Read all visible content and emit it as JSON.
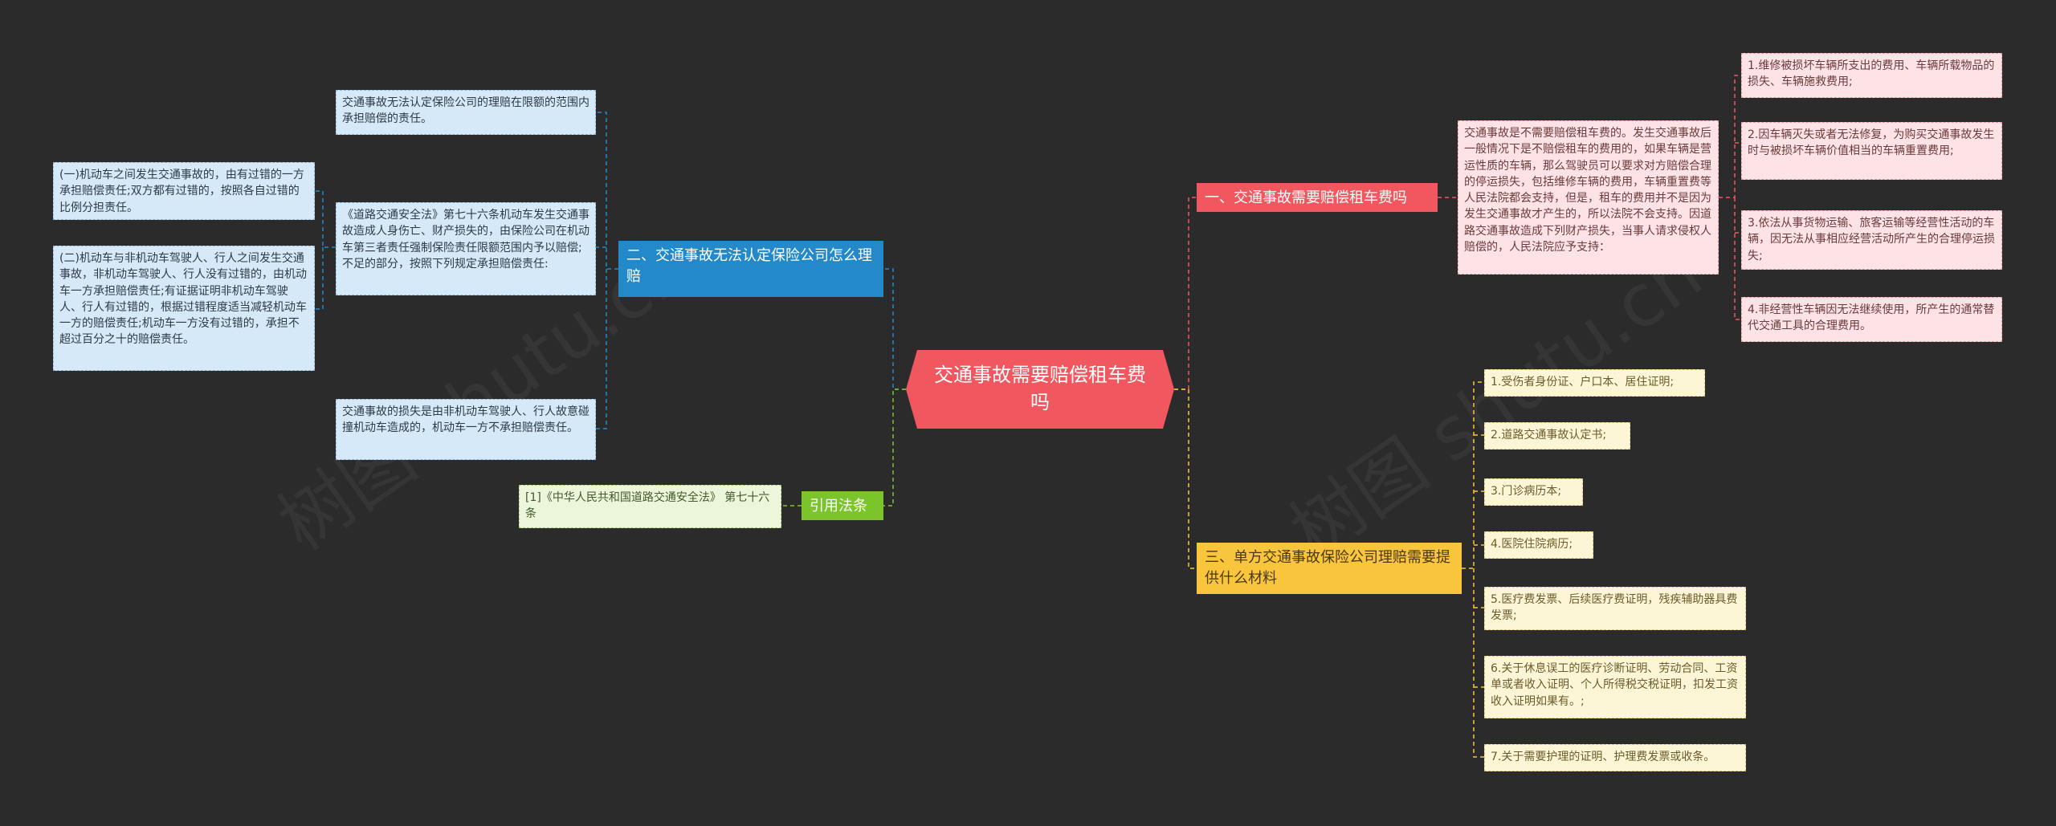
{
  "root": {
    "label": "交通事故需要赔偿租车费吗"
  },
  "branch1": {
    "label": "一、交通事故需要赔偿租车费吗",
    "summary": "交通事故是不需要赔偿租车费的。发生交通事故后一般情况下是不赔偿租车的费用的，如果车辆是营运性质的车辆，那么驾驶员可以要求对方赔偿合理的停运损失，包括维修车辆的费用，车辆重置费等人民法院都会支持，但是，租车的费用并不是因为发生交通事故才产生的，所以法院不会支持。因道路交通事故造成下列财产损失，当事人请求侵权人赔偿的，人民法院应予支持：",
    "items": [
      "1.维修被损坏车辆所支出的费用、车辆所载物品的损失、车辆施救费用;",
      "2.因车辆灭失或者无法修复，为购买交通事故发生时与被损坏车辆价值相当的车辆重置费用;",
      "3.依法从事货物运输、旅客运输等经营性活动的车辆，因无法从事相应经营活动所产生的合理停运损失;",
      "4.非经营性车辆因无法继续使用，所产生的通常替代交通工具的合理费用。"
    ]
  },
  "branch2": {
    "label": "二、交通事故无法认定保险公司怎么理赔",
    "items": [
      "交通事故无法认定保险公司的理赔在限额的范围内承担赔偿的责任。",
      "《道路交通安全法》第七十六条机动车发生交通事故造成人身伤亡、财产损失的，由保险公司在机动车第三者责任强制保险责任限额范围内予以赔偿;不足的部分，按照下列规定承担赔偿责任:",
      "交通事故的损失是由非机动车驾驶人、行人故意碰撞机动车造成的，机动车一方不承担赔偿责任。"
    ],
    "subitems": [
      "(一)机动车之间发生交通事故的，由有过错的一方承担赔偿责任;双方都有过错的，按照各自过错的比例分担责任。",
      "(二)机动车与非机动车驾驶人、行人之间发生交通事故，非机动车驾驶人、行人没有过错的，由机动车一方承担赔偿责任;有证据证明非机动车驾驶人、行人有过错的，根据过错程度适当减轻机动车一方的赔偿责任;机动车一方没有过错的，承担不超过百分之十的赔偿责任。"
    ]
  },
  "branch3": {
    "label": "三、单方交通事故保险公司理赔需要提供什么材料",
    "items": [
      "1.受伤者身份证、户口本、居住证明;",
      "2.道路交通事故认定书;",
      "3.门诊病历本;",
      "4.医院住院病历;",
      "5.医疗费发票、后续医疗费证明，残疾辅助器具费发票;",
      "6.关于休息误工的医疗诊断证明、劳动合同、工资单或者收入证明、个人所得税交税证明，扣发工资收入证明如果有。;",
      "7.关于需要护理的证明、护理费发票或收条。"
    ]
  },
  "branch4": {
    "label": "引用法条",
    "items": [
      "[1]《中华人民共和国道路交通安全法》 第七十六条"
    ]
  },
  "colors": {
    "background": "#2b2b2b",
    "red": "#f0575f",
    "blue": "#2389c9",
    "yellow": "#f9c53c",
    "green": "#7cc42c"
  }
}
